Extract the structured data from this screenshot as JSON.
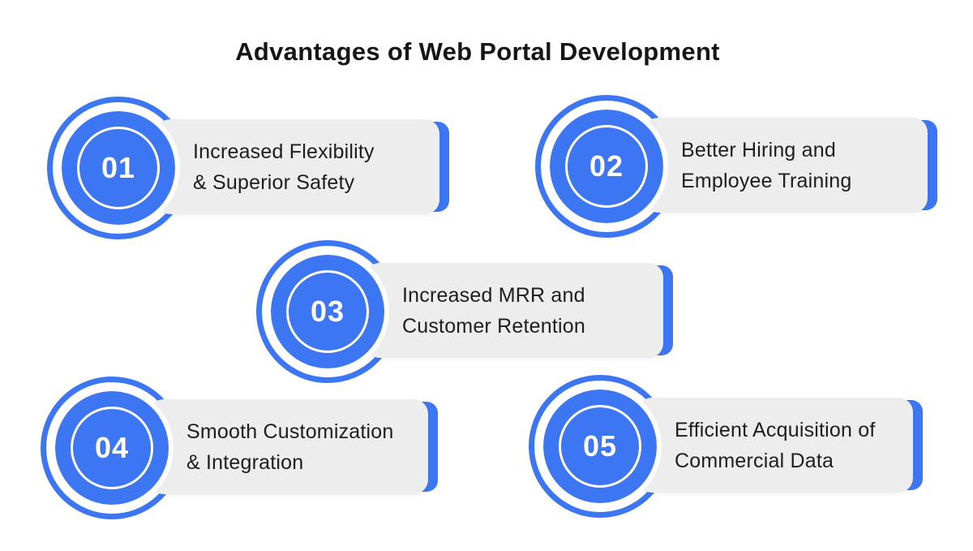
{
  "title": "Advantages of Web Portal Development",
  "colors": {
    "accent_blue": "#3D76F2",
    "card_gray": "#EDEDED",
    "text_dark": "#1E1E1E",
    "background": "#FFFFFF",
    "number_white": "#FFFFFF"
  },
  "items": [
    {
      "number": "01",
      "line1": "Increased Flexibility",
      "line2": "& Superior Safety"
    },
    {
      "number": "02",
      "line1": "Better Hiring and",
      "line2": "Employee Training"
    },
    {
      "number": "03",
      "line1": "Increased MRR and",
      "line2": "Customer Retention"
    },
    {
      "number": "04",
      "line1": "Smooth Customization",
      "line2": "& Integration"
    },
    {
      "number": "05",
      "line1": "Efficient Acquisition of",
      "line2": "Commercial Data"
    }
  ]
}
